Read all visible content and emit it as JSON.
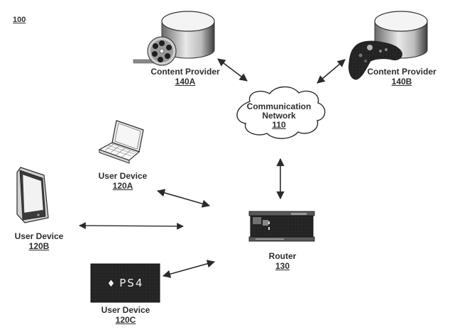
{
  "figure": {
    "ref": "100"
  },
  "nodes": {
    "content_provider_a": {
      "label": "Content Provider",
      "ref": "140A",
      "icon": "database-with-film-reel-icon"
    },
    "content_provider_b": {
      "label": "Content Provider",
      "ref": "140B",
      "icon": "database-with-game-controller-icon"
    },
    "network": {
      "label_line1": "Communication",
      "label_line2": "Network",
      "ref": "110",
      "icon": "cloud-icon"
    },
    "user_device_a": {
      "label": "User Device",
      "ref": "120A",
      "icon": "laptop-icon"
    },
    "user_device_b": {
      "label": "User Device",
      "ref": "120B",
      "icon": "tablet-icon"
    },
    "user_device_c": {
      "label": "User Device",
      "ref": "120C",
      "icon": "game-console-icon",
      "logo_text": "PS4"
    },
    "router": {
      "label": "Router",
      "ref": "130",
      "icon": "router-icon"
    }
  },
  "connections": [
    {
      "from": "content_provider_a",
      "to": "network",
      "type": "bidirectional"
    },
    {
      "from": "content_provider_b",
      "to": "network",
      "type": "bidirectional"
    },
    {
      "from": "network",
      "to": "router",
      "type": "bidirectional"
    },
    {
      "from": "user_device_a",
      "to": "router",
      "type": "bidirectional"
    },
    {
      "from": "user_device_b",
      "to": "router",
      "type": "bidirectional"
    },
    {
      "from": "user_device_c",
      "to": "router",
      "type": "bidirectional"
    }
  ]
}
